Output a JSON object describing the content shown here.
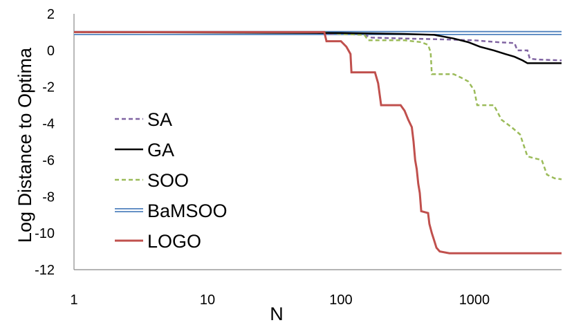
{
  "chart_data": {
    "type": "line",
    "title": "",
    "xlabel": "N",
    "ylabel": "Log Distance to Optima",
    "xscale": "log",
    "xlim": [
      1,
      4500
    ],
    "ylim": [
      -12,
      2
    ],
    "x_ticks": [
      1,
      10,
      100,
      1000
    ],
    "x_tick_labels": [
      "1",
      "10",
      "100",
      "1000"
    ],
    "y_ticks": [
      2,
      0,
      -2,
      -4,
      -6,
      -8,
      -10,
      -12
    ],
    "y_tick_labels": [
      "2",
      "0",
      "-2",
      "-4",
      "-6",
      "-8",
      "-10",
      "-12"
    ],
    "grid": false,
    "legend_position": "left-middle",
    "series": [
      {
        "name": "SA",
        "color": "#8064A2",
        "style": "dashed",
        "points": [
          [
            1,
            1.0
          ],
          [
            60,
            1.0
          ],
          [
            80,
            0.9
          ],
          [
            100,
            0.9
          ],
          [
            150,
            0.85
          ],
          [
            170,
            0.7
          ],
          [
            300,
            0.65
          ],
          [
            600,
            0.6
          ],
          [
            1000,
            0.55
          ],
          [
            1500,
            0.45
          ],
          [
            2000,
            0.4
          ],
          [
            2100,
            0.0
          ],
          [
            2500,
            0.0
          ],
          [
            2600,
            -0.45
          ],
          [
            3000,
            -0.5
          ],
          [
            4500,
            -0.55
          ]
        ]
      },
      {
        "name": "GA",
        "color": "#000000",
        "style": "solid",
        "points": [
          [
            1,
            1.0
          ],
          [
            100,
            0.95
          ],
          [
            300,
            0.9
          ],
          [
            500,
            0.85
          ],
          [
            700,
            0.65
          ],
          [
            900,
            0.45
          ],
          [
            1100,
            0.2
          ],
          [
            1400,
            0.0
          ],
          [
            1700,
            -0.2
          ],
          [
            2000,
            -0.35
          ],
          [
            2300,
            -0.55
          ],
          [
            2500,
            -0.7
          ],
          [
            4500,
            -0.7
          ]
        ]
      },
      {
        "name": "SOO",
        "color": "#9BBB59",
        "style": "dashed",
        "points": [
          [
            1,
            1.0
          ],
          [
            70,
            1.0
          ],
          [
            100,
            0.9
          ],
          [
            150,
            0.85
          ],
          [
            160,
            0.55
          ],
          [
            300,
            0.55
          ],
          [
            400,
            0.45
          ],
          [
            450,
            0.3
          ],
          [
            470,
            -0.1
          ],
          [
            480,
            -1.3
          ],
          [
            700,
            -1.3
          ],
          [
            800,
            -1.5
          ],
          [
            900,
            -1.7
          ],
          [
            1000,
            -2.2
          ],
          [
            1050,
            -3.0
          ],
          [
            1400,
            -3.0
          ],
          [
            1600,
            -3.8
          ],
          [
            1900,
            -4.2
          ],
          [
            2200,
            -4.6
          ],
          [
            2500,
            -5.8
          ],
          [
            2800,
            -5.9
          ],
          [
            3200,
            -6.0
          ],
          [
            3500,
            -6.8
          ],
          [
            4000,
            -7.0
          ],
          [
            4500,
            -7.05
          ]
        ]
      },
      {
        "name": "BaMSOO",
        "color": "#4F81BD",
        "style": "double",
        "points": [
          [
            1,
            0.95
          ],
          [
            4500,
            0.95
          ]
        ]
      },
      {
        "name": "LOGO",
        "color": "#C0504D",
        "style": "solid",
        "points": [
          [
            1,
            1.0
          ],
          [
            75,
            1.0
          ],
          [
            78,
            0.5
          ],
          [
            100,
            0.5
          ],
          [
            110,
            0.2
          ],
          [
            118,
            -0.2
          ],
          [
            120,
            -1.2
          ],
          [
            180,
            -1.2
          ],
          [
            190,
            -1.8
          ],
          [
            200,
            -3.0
          ],
          [
            280,
            -3.0
          ],
          [
            300,
            -3.3
          ],
          [
            320,
            -3.8
          ],
          [
            340,
            -4.2
          ],
          [
            350,
            -5.0
          ],
          [
            360,
            -6.0
          ],
          [
            370,
            -6.5
          ],
          [
            380,
            -7.3
          ],
          [
            390,
            -7.8
          ],
          [
            400,
            -8.8
          ],
          [
            450,
            -8.9
          ],
          [
            460,
            -9.5
          ],
          [
            480,
            -10.0
          ],
          [
            500,
            -10.4
          ],
          [
            520,
            -10.8
          ],
          [
            550,
            -11.0
          ],
          [
            650,
            -11.1
          ],
          [
            4500,
            -11.1
          ]
        ]
      }
    ]
  }
}
